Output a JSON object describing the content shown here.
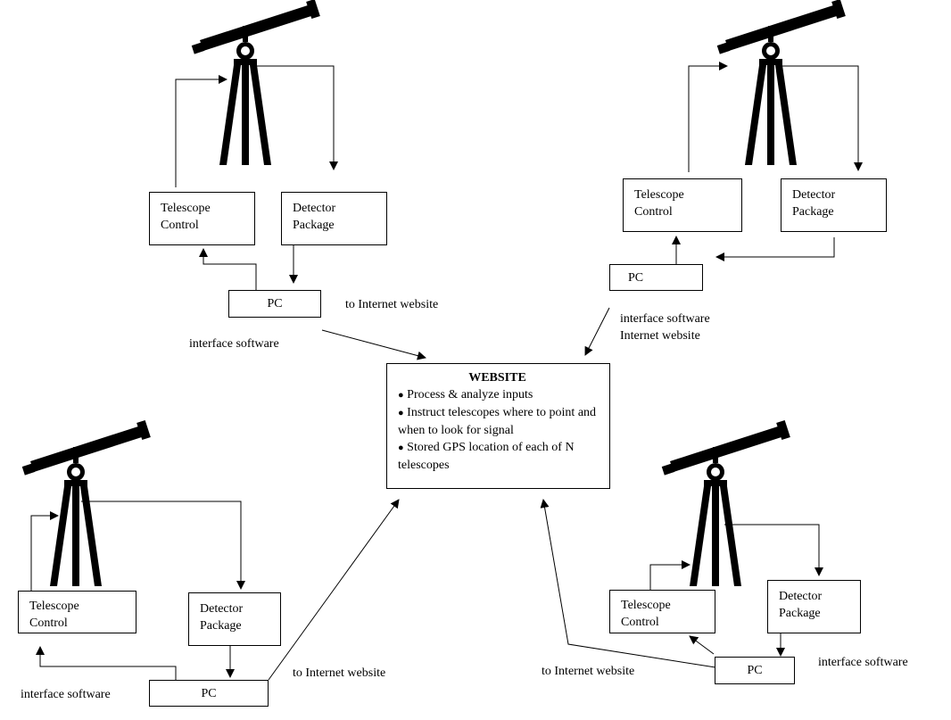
{
  "website": {
    "title": "WEBSITE",
    "bullet": "●",
    "items": [
      "Process & analyze inputs",
      "Instruct telescopes where to point and when to look for signal",
      "Stored GPS location of each of N telescopes"
    ]
  },
  "stations": {
    "top_left": {
      "control_line1": "Telescope",
      "control_line2": "Control",
      "detector_line1": "Detector",
      "detector_line2": "Package",
      "pc": "PC",
      "label_internet": "to Internet website",
      "label_software": "interface software"
    },
    "top_right": {
      "control_line1": "Telescope",
      "control_line2": "Control",
      "detector_line1": "Detector",
      "detector_line2": "Package",
      "pc": "PC",
      "label_line1": "interface software",
      "label_line2": "Internet website"
    },
    "bottom_left": {
      "control_line1": "Telescope",
      "control_line2": "Control",
      "detector_line1": "Detector",
      "detector_line2": "Package",
      "pc": "PC",
      "label_internet": "to Internet website",
      "label_software": "interface software"
    },
    "bottom_right": {
      "control_line1": "Telescope",
      "control_line2": "Control",
      "detector_line1": "Detector",
      "detector_line2": "Package",
      "pc": "PC",
      "label_internet": "to Internet website",
      "label_software": "interface software"
    }
  }
}
